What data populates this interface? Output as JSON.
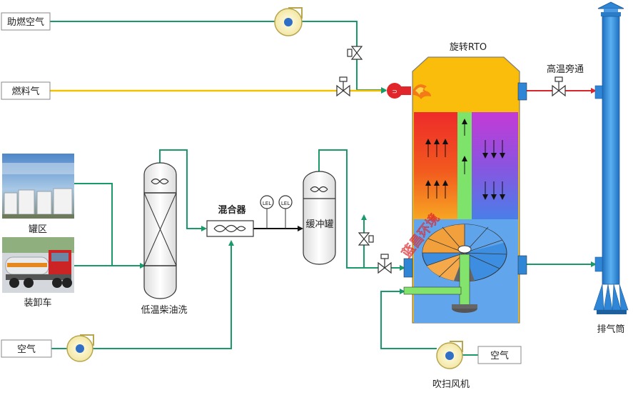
{
  "labels": {
    "combustion_air": "助燃空气",
    "fuel_gas": "燃料气",
    "tank_area": "罐区",
    "truck": "装卸车",
    "diesel_wash": "低温柴油洗",
    "mixer": "混合器",
    "buffer_tank": "缓冲罐",
    "rto": "旋转RTO",
    "bypass": "高温旁通",
    "air_bottom_left": "空气",
    "air_purge": "空气",
    "purge_fan": "吹扫风机",
    "stack": "排气筒",
    "lel": "LEL",
    "watermark": "蓝昌环境"
  },
  "colors": {
    "pipe_green": "#1a9a6a",
    "pipe_yellow": "#f2c200",
    "pipe_red": "#d9262b",
    "vessel_blue": "#5aa0e6",
    "stack_blue": "#2f86d6"
  }
}
